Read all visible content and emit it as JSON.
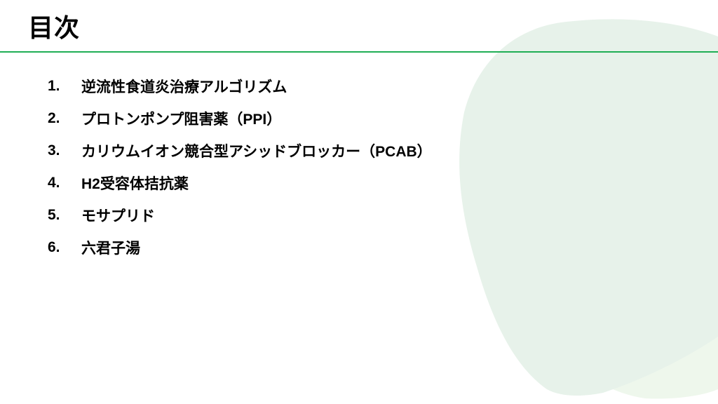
{
  "slide": {
    "title": "目次",
    "accent_color": "#1fae55",
    "background_shape_color": "#e7f2ea",
    "background_shape_secondary_color": "#eef7ec"
  },
  "toc": {
    "items": [
      {
        "number": "1.",
        "label": "逆流性食道炎治療アルゴリズム"
      },
      {
        "number": "2.",
        "label": "プロトンポンプ阻害薬（PPI）"
      },
      {
        "number": "3.",
        "label": "カリウムイオン競合型アシッドブロッカー（PCAB）"
      },
      {
        "number": "4.",
        "label": "H2受容体拮抗薬"
      },
      {
        "number": "5.",
        "label": "モサプリド"
      },
      {
        "number": "6.",
        "label": "六君子湯"
      }
    ]
  }
}
